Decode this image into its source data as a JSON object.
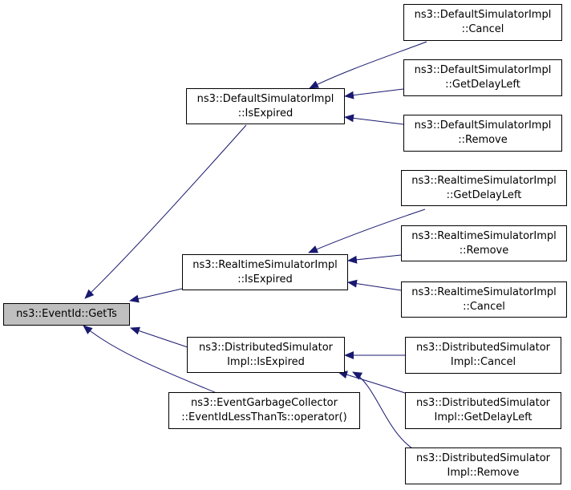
{
  "colors": {
    "edge": "#191970",
    "root_fill": "#bfbfbf",
    "node_fill": "#ffffff",
    "border": "#000000"
  },
  "nodes": {
    "root": {
      "line1": "ns3::EventId::GetTs"
    },
    "default_isexpired": {
      "line1": "ns3::DefaultSimulatorImpl",
      "line2": "::IsExpired"
    },
    "realtime_isexpired": {
      "line1": "ns3::RealtimeSimulatorImpl",
      "line2": "::IsExpired"
    },
    "distributed_isexpired": {
      "line1": "ns3::DistributedSimulator",
      "line2": "Impl::IsExpired"
    },
    "gc_operator": {
      "line1": "ns3::EventGarbageCollector",
      "line2": "::EventIdLessThanTs::operator()"
    },
    "default_cancel": {
      "line1": "ns3::DefaultSimulatorImpl",
      "line2": "::Cancel"
    },
    "default_getdelayleft": {
      "line1": "ns3::DefaultSimulatorImpl",
      "line2": "::GetDelayLeft"
    },
    "default_remove": {
      "line1": "ns3::DefaultSimulatorImpl",
      "line2": "::Remove"
    },
    "realtime_getdelayleft": {
      "line1": "ns3::RealtimeSimulatorImpl",
      "line2": "::GetDelayLeft"
    },
    "realtime_remove": {
      "line1": "ns3::RealtimeSimulatorImpl",
      "line2": "::Remove"
    },
    "realtime_cancel": {
      "line1": "ns3::RealtimeSimulatorImpl",
      "line2": "::Cancel"
    },
    "distributed_cancel": {
      "line1": "ns3::DistributedSimulator",
      "line2": "Impl::Cancel"
    },
    "distributed_getdelayleft": {
      "line1": "ns3::DistributedSimulator",
      "line2": "Impl::GetDelayLeft"
    },
    "distributed_remove": {
      "line1": "ns3::DistributedSimulator",
      "line2": "Impl::Remove"
    }
  }
}
